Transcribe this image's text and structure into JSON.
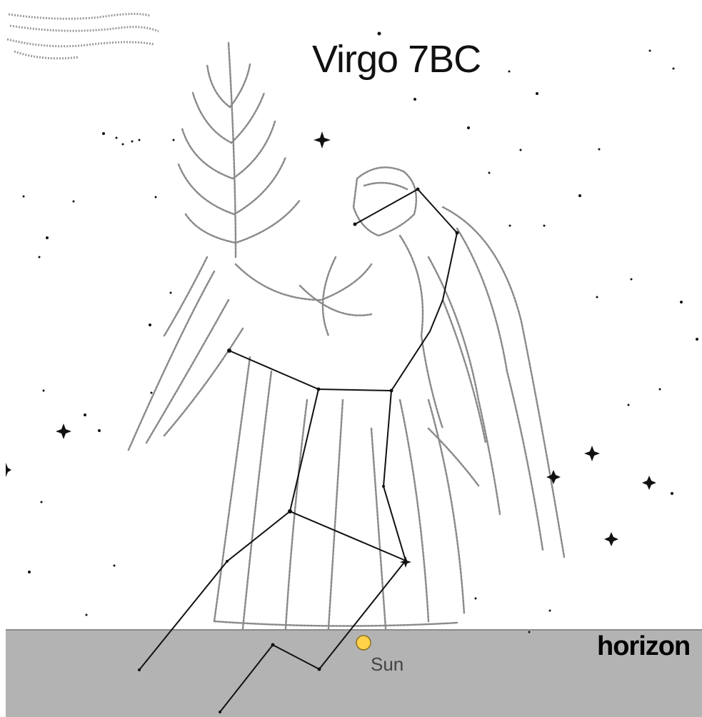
{
  "title": "Virgo 7BC",
  "horizon_label": "horizon",
  "sun_label": "Sun",
  "colors": {
    "background": "#ffffff",
    "ground": "#b3b3b3",
    "engraving": "#8a8a8a",
    "constellation_line": "#111111",
    "star": "#111111",
    "sun": "#ffd24a",
    "sun_outline": "#8a7020"
  }
}
